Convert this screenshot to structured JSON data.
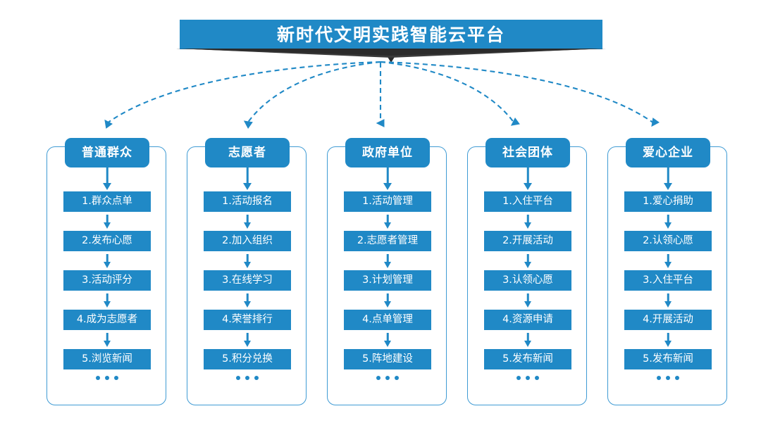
{
  "banner": {
    "title": "新时代文明实践智能云平台",
    "color": "#2089c6",
    "ribbon_color": "#2b2b2b"
  },
  "theme": {
    "accent": "#2089c6",
    "frame_border": "#3f9bd4",
    "dashed_connector": "#2089c6",
    "background": "#ffffff",
    "text_on_accent": "#ffffff"
  },
  "ellipsis": "...",
  "columns": [
    {
      "header": "普通群众",
      "items": [
        "1.群众点单",
        "2.发布心愿",
        "3.活动评分",
        "4.成为志愿者",
        "5.浏览新闻"
      ]
    },
    {
      "header": "志愿者",
      "items": [
        "1.活动报名",
        "2.加入组织",
        "3.在线学习",
        "4.荣誉排行",
        "5.积分兑换"
      ]
    },
    {
      "header": "政府单位",
      "items": [
        "1.活动管理",
        "2.志愿者管理",
        "3.计划管理",
        "4.点单管理",
        "5.阵地建设"
      ]
    },
    {
      "header": "社会团体",
      "items": [
        "1.入住平台",
        "2.开展活动",
        "3.认领心愿",
        "4.资源申请",
        "5.发布新闻"
      ]
    },
    {
      "header": "爱心企业",
      "items": [
        "1.爱心捐助",
        "2.认领心愿",
        "3.入住平台",
        "4.开展活动",
        "5.发布新闻"
      ]
    }
  ]
}
